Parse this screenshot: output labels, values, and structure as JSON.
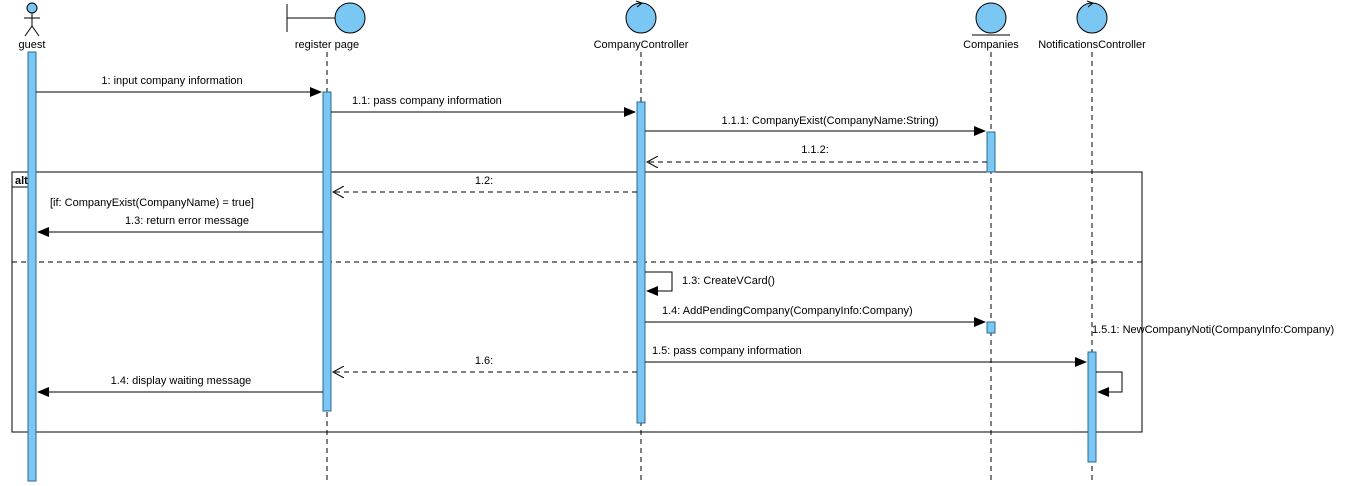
{
  "participants": {
    "guest": "guest",
    "register_page": "register page",
    "company_controller": "CompanyController",
    "companies": "Companies",
    "notifications_controller": "NotificationsController"
  },
  "fragment": {
    "operator": "alt",
    "guard": "[if: CompanyExist(CompanyName) = true]"
  },
  "messages": {
    "m1": "1: input company information",
    "m1_1": "1.1: pass company information",
    "m1_1_1": "1.1.1: CompanyExist(CompanyName:String)",
    "m1_1_2": "1.1.2:",
    "m1_2": "1.2:",
    "m1_3_error": "1.3: return error message",
    "m1_3_vcard": "1.3: CreateVCard()",
    "m1_4_pending": "1.4: AddPendingCompany(CompanyInfo:Company)",
    "m1_5_1": "1.5.1: NewCompanyNoti(CompanyInfo:Company)",
    "m1_5": "1.5: pass company information",
    "m1_6": "1.6:",
    "m1_4_wait": "1.4: display waiting message"
  },
  "colors": {
    "activation_fill": "#79c7f2",
    "activation_stroke": "#2a6a92",
    "line": "#000000"
  }
}
